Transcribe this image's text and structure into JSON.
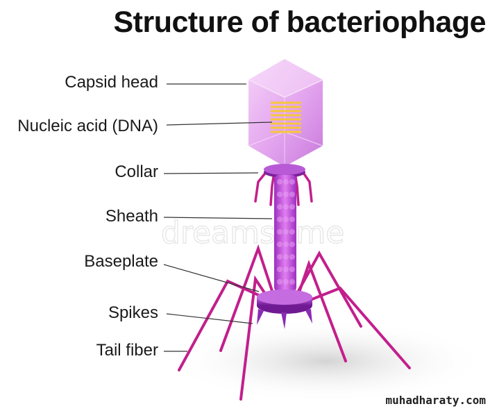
{
  "title": "Structure of bacteriophage",
  "labels": [
    {
      "key": "capsid",
      "text": "Capsid head"
    },
    {
      "key": "nucleic",
      "text": "Nucleic acid (DNA)"
    },
    {
      "key": "collar",
      "text": "Collar"
    },
    {
      "key": "sheath",
      "text": "Sheath"
    },
    {
      "key": "baseplate",
      "text": "Baseplate"
    },
    {
      "key": "spikes",
      "text": "Spikes"
    },
    {
      "key": "tailfiber",
      "text": "Tail fiber"
    }
  ],
  "watermark": "dreamstime",
  "site": "muhadharaty.com",
  "colors": {
    "capsid": "#e6a8f0",
    "dna": "#f6c73a",
    "tail": "#b64ad6",
    "fiber": "#c21f8c",
    "leader": "#333333"
  }
}
